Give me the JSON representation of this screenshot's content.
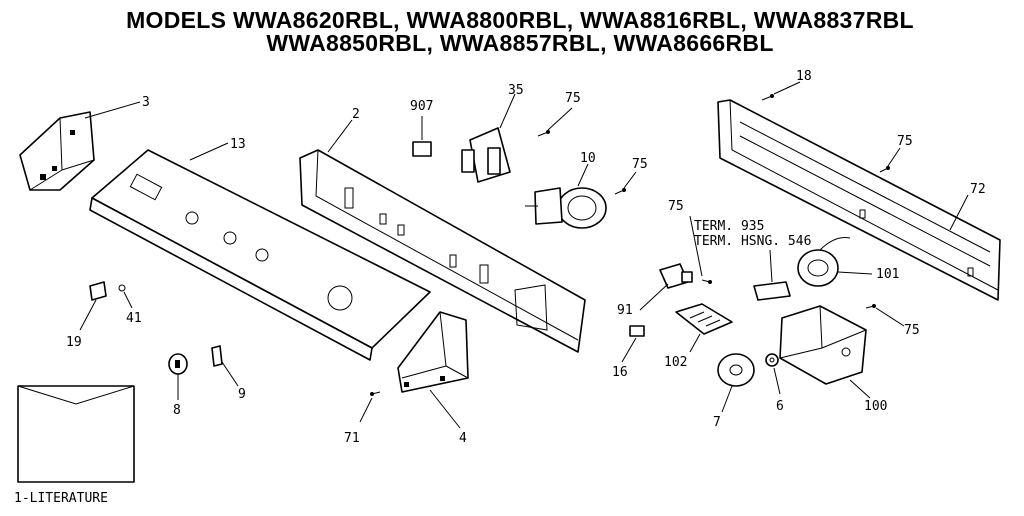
{
  "title_line1": "MODELS WWA8620RBL, WWA8800RBL, WWA8816RBL, WWA8837RBL",
  "title_line2": "WWA8850RBL, WWA8857RBL, WWA8666RBL",
  "callouts": {
    "c3": "3",
    "c13": "13",
    "c2": "2",
    "c907": "907",
    "c35": "35",
    "c75a": "75",
    "c10": "10",
    "c75b": "75",
    "c18": "18",
    "c75c": "75",
    "c72": "72",
    "c75d": "75",
    "c91": "91",
    "c16": "16",
    "c102": "102",
    "c101": "101",
    "c75e": "75",
    "c100": "100",
    "c6": "6",
    "c7": "7",
    "c19": "19",
    "c41": "41",
    "c8": "8",
    "c9": "9",
    "c71": "71",
    "c4": "4"
  },
  "term_935": "TERM. 935",
  "term_hsng": "TERM. HSNG. 546",
  "literature": "1-LITERATURE"
}
